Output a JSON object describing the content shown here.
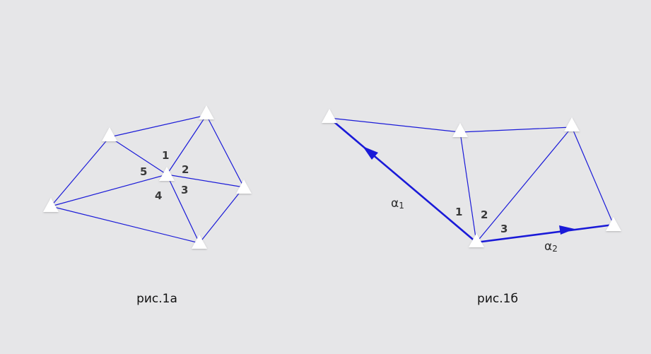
{
  "figure_a": {
    "caption": "рис.1а",
    "angle_labels": [
      "1",
      "2",
      "3",
      "4",
      "5"
    ]
  },
  "figure_b": {
    "caption": "рис.1б",
    "angle_labels": [
      "1",
      "2",
      "3"
    ],
    "alpha1": {
      "symbol": "α",
      "subscript": "1"
    },
    "alpha2": {
      "symbol": "α",
      "subscript": "2"
    }
  },
  "colors": {
    "background": "#e6e6e8",
    "lines": "#1a1ad8",
    "stations": "#ffffff",
    "labels": "#3a3a3a"
  },
  "icons": {
    "station": "triangle-station-icon",
    "direction": "arrow-icon"
  }
}
